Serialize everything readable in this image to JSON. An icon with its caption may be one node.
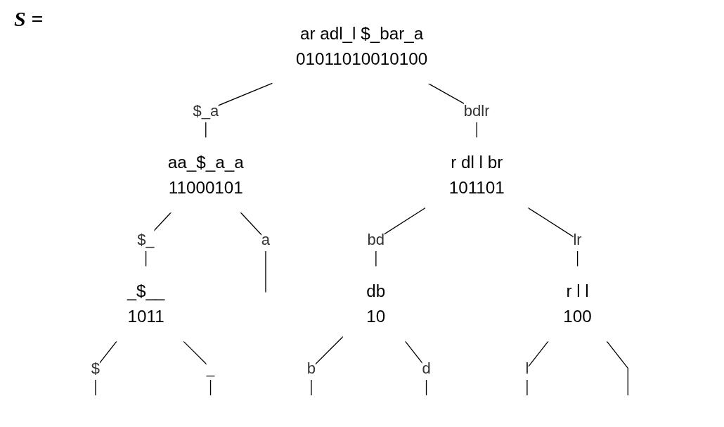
{
  "diagram": {
    "nodes": [
      {
        "text": [
          "ar adl_l $_bar_a",
          "01011010010100"
        ]
      },
      {
        "text": [
          "aa_$_a_a",
          "11000101"
        ]
      },
      {
        "text": [
          "r dl l br",
          "101101"
        ]
      },
      {
        "text": [
          "_$__",
          "1011"
        ]
      },
      {
        "text": [
          "db",
          "10"
        ]
      },
      {
        "text": [
          "r l l",
          "100"
        ]
      }
    ],
    "edges": [
      {
        "from": 0,
        "to": 1,
        "arrow": "none",
        "label": "$_a"
      },
      {
        "from": 0,
        "to": 2,
        "arrow": "none",
        "label": "bdlr"
      },
      {
        "from": 1,
        "to": 3,
        "arrow": "none",
        "label": "$_"
      },
      {
        "from": 1,
        "to": null,
        "arrow": "none",
        "label": "a"
      },
      {
        "from": 2,
        "to": 4,
        "arrow": "none",
        "label": "bd"
      },
      {
        "from": 2,
        "to": 5,
        "arrow": "none",
        "label": "lr"
      },
      {
        "from": 3,
        "to": null,
        "arrow": "none",
        "label": "$"
      },
      {
        "from": 3,
        "to": null,
        "arrow": "none",
        "label": "_"
      },
      {
        "from": 4,
        "to": null,
        "arrow": "none",
        "label": "b"
      },
      {
        "from": 4,
        "to": null,
        "arrow": "none",
        "label": "d"
      },
      {
        "from": 5,
        "to": null,
        "arrow": "none",
        "label": "l"
      },
      {
        "from": 5,
        "to": null,
        "arrow": "none"
      }
    ],
    "labels": [
      "S ="
    ]
  }
}
